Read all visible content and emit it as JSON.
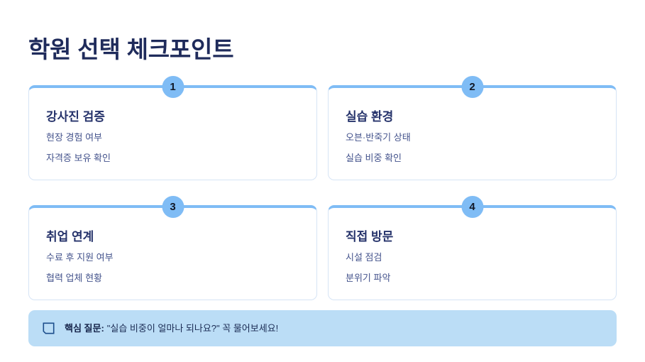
{
  "page": {
    "title": "학원 선택 체크포인트",
    "accent_color": "#7FBCF5",
    "title_color": "#1F2B5B",
    "card_border_color": "#D6E4F5",
    "banner_bg_color": "#BBDDF6"
  },
  "cards": [
    {
      "number": "1",
      "heading": "강사진 검증",
      "items": [
        "현장 경험 여부",
        "자격증 보유 확인"
      ]
    },
    {
      "number": "2",
      "heading": "실습 환경",
      "items": [
        "오븐·반죽기 상태",
        "실습 비중 확인"
      ]
    },
    {
      "number": "3",
      "heading": "취업 연계",
      "items": [
        "수료 후 지원 여부",
        "협력 업체 현황"
      ]
    },
    {
      "number": "4",
      "heading": "직접 방문",
      "items": [
        "시설 점검",
        "분위기 파악"
      ]
    }
  ],
  "banner": {
    "icon": "speech-bubble-icon",
    "label": "핵심 질문:",
    "quote": "\"실습 비중이 얼마나 되나요?\"",
    "tail": "꼭 물어보세요!"
  }
}
